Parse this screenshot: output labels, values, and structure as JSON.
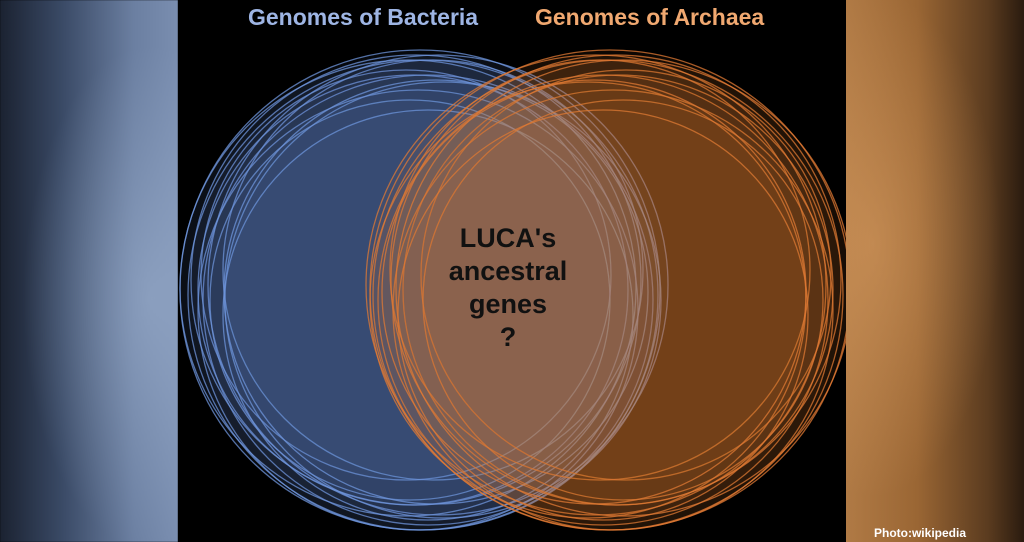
{
  "diagram": {
    "left_set_label": "Genomes of Bacteria",
    "right_set_label": "Genomes of Archaea",
    "intersection_label": [
      "LUCA's",
      "ancestral",
      "genes",
      "?"
    ],
    "colors": {
      "bacteria": "#6f95dc",
      "archaea": "#e07a34",
      "bacteria_title": "#9eb5e4",
      "archaea_title": "#f0a870",
      "intersection_text": "#111111",
      "background": "#000000"
    }
  },
  "photo_credit": "Photo:wikipedia"
}
